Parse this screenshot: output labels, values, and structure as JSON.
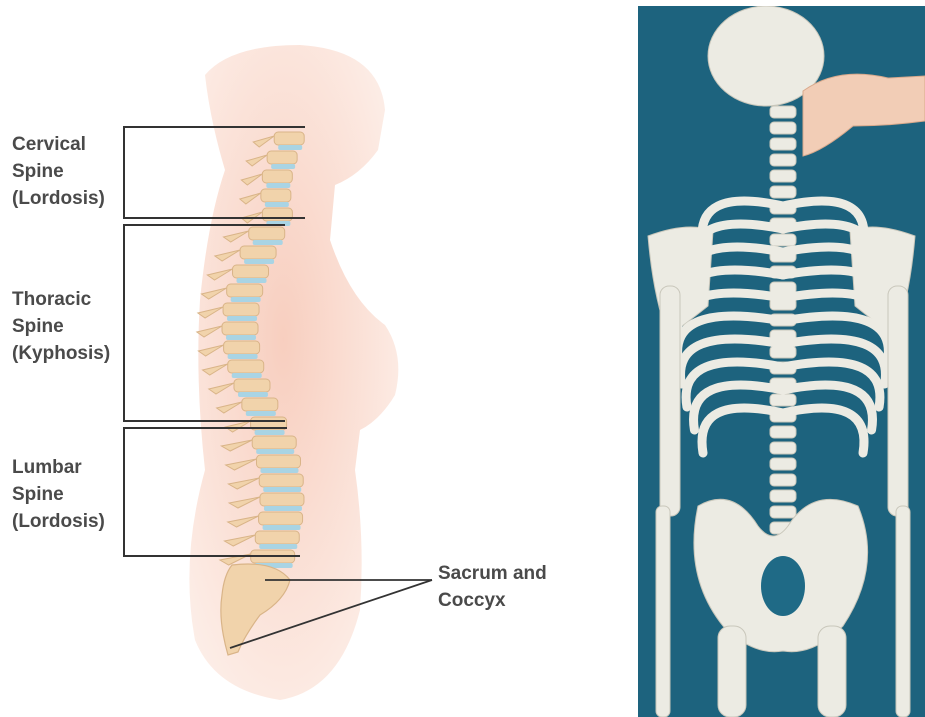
{
  "labels": {
    "cervical": "Cervical\nSpine\n(Lordosis)",
    "thoracic": "Thoracic\nSpine\n(Kyphosis)",
    "lumbar": "Lumbar\nSpine\n(Lordosis)",
    "sacrum": "Sacrum and\nCoccyx"
  },
  "colors": {
    "body_silhouette": "#f9d9cc",
    "vertebra": "#f1d3ab",
    "vertebra_edge": "#d9b488",
    "disc": "#a9d4e4",
    "bracket_line": "#333333",
    "photo_background": "#1f6a86",
    "bone": "#ecebe3"
  }
}
